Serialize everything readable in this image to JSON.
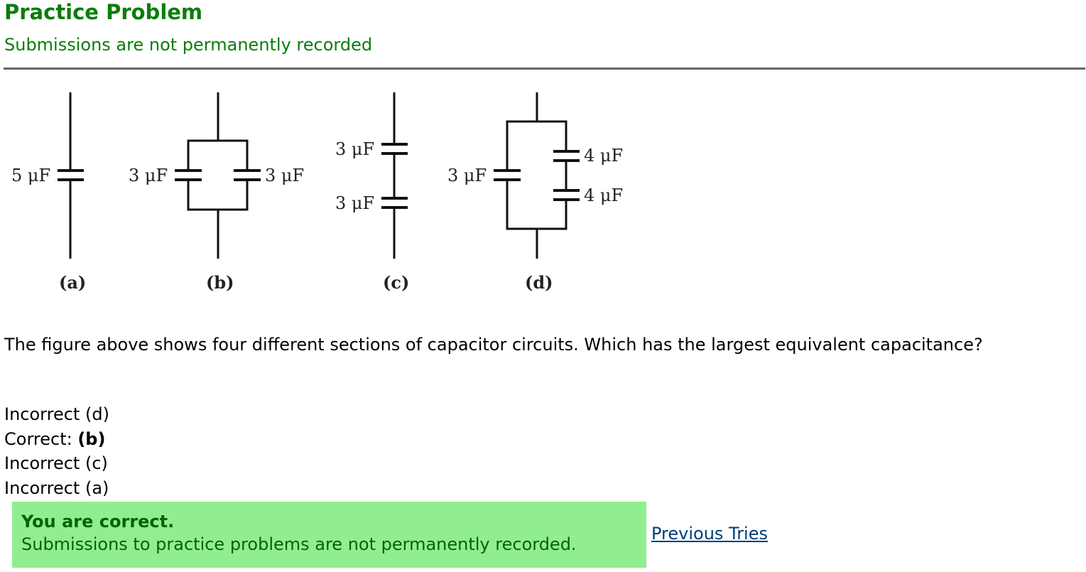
{
  "header": {
    "title": "Practice Problem",
    "subtitle": "Submissions are not permanently recorded"
  },
  "figure": {
    "a": {
      "caption": "(a)",
      "c1": "5 μF"
    },
    "b": {
      "caption": "(b)",
      "c1": "3 μF",
      "c2": "3 μF"
    },
    "c": {
      "caption": "(c)",
      "c1": "3 μF",
      "c2": "3 μF"
    },
    "d": {
      "caption": "(d)",
      "c1": "3 μF",
      "c2": "4 μF",
      "c3": "4 μF"
    }
  },
  "question": "The figure above shows four different sections of capacitor circuits. Which has the largest equivalent capacitance?",
  "answers": [
    {
      "status": "Incorrect",
      "choice": "(d)"
    },
    {
      "status": "Correct:",
      "choice": "(b)"
    },
    {
      "status": "Incorrect",
      "choice": "(c)"
    },
    {
      "status": "Incorrect",
      "choice": "(a)"
    }
  ],
  "feedback": {
    "heading": "You are correct.",
    "message": "Submissions to practice problems are not permanently recorded."
  },
  "links": {
    "previous_tries": "Previous Tries"
  }
}
